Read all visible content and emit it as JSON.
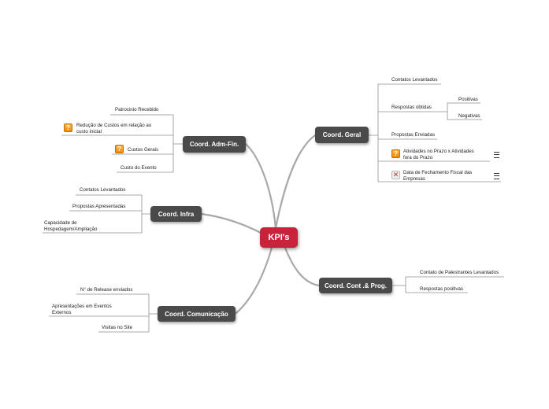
{
  "root": {
    "label": "KPI's"
  },
  "branches": {
    "geral": {
      "label": "Coord. Geral",
      "items": {
        "contatos": "Contatos Levantados",
        "respostas": "Respostas obtidas",
        "positivas": "Positivas",
        "negativas": "Negativas",
        "propostas": "Propostas Enviadas",
        "atividades": [
          "Atividades no Prazo x Atividades",
          "fora do Prazo"
        ],
        "fechamento": [
          "Data de Fechamento Fiscal das",
          "Empresas"
        ]
      }
    },
    "adm": {
      "label": "Coord. Adm-Fin.",
      "items": {
        "patrocinio": "Patrocinio Recebido",
        "reducao": [
          "Redução de Custos em relação ao",
          "custo inicial"
        ],
        "custos_gerais": "Custos Gerais",
        "custo_evento": "Custo do Evento"
      }
    },
    "infra": {
      "label": "Coord. Infra",
      "items": {
        "contatos": "Contatos Levantados",
        "propostas": "Propostas Apresentadas",
        "capacidade": [
          "Capacidade de",
          "Hospedagem/Ampliação"
        ]
      }
    },
    "comunicacao": {
      "label": "Coord. Comunicação",
      "items": {
        "release": "N° de Release enviados",
        "apresentacoes": [
          "Apresentações em Eventos",
          "Externos"
        ],
        "visitas": "Visitas no Site"
      }
    },
    "cont": {
      "label": "Coord. Cont .& Prog.",
      "items": {
        "palestrantes": "Contato de Palestrantes Levantados",
        "respostas": "Respostas positivas"
      }
    }
  },
  "icons": {
    "question": "question-mark-icon",
    "cross": "red-cross-icon",
    "note": "note-icon"
  },
  "colors": {
    "root": "#c8233b",
    "topic": "#4a4a4a",
    "line": "#9a9a9a"
  }
}
